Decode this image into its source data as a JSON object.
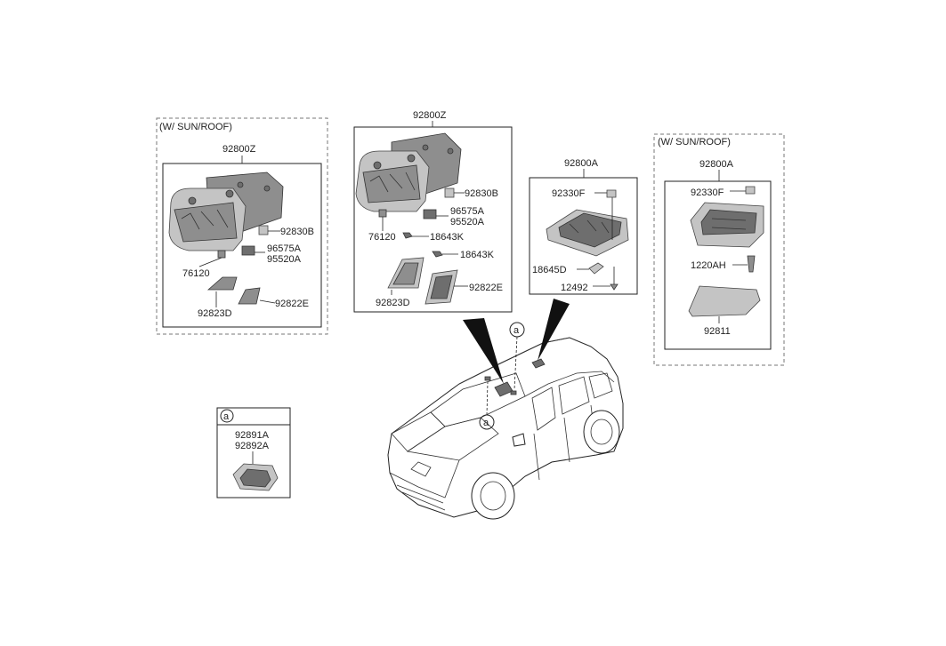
{
  "panels": {
    "left_sunroof": {
      "option": "(W/ SUN/ROOF)",
      "assembly": "92800Z",
      "parts": [
        "92830B",
        "96575A",
        "95520A",
        "76120",
        "92823D",
        "92822E"
      ]
    },
    "center": {
      "assembly": "92800Z",
      "parts": [
        "92830B",
        "96575A",
        "95520A",
        "76120",
        "18643K",
        "18643K",
        "92823D",
        "92822E"
      ]
    },
    "right_center": {
      "assembly": "92800A",
      "parts": [
        "92330F",
        "18645D",
        "12492"
      ]
    },
    "right_sunroof": {
      "option": "(W/ SUN/ROOF)",
      "assembly": "92800A",
      "parts": [
        "92330F",
        "1220AH",
        "92811"
      ]
    },
    "ref_a": {
      "marker": "a",
      "parts": [
        "92891A",
        "92892A"
      ]
    }
  },
  "vehicle": {
    "markers": [
      "a",
      "a"
    ]
  }
}
